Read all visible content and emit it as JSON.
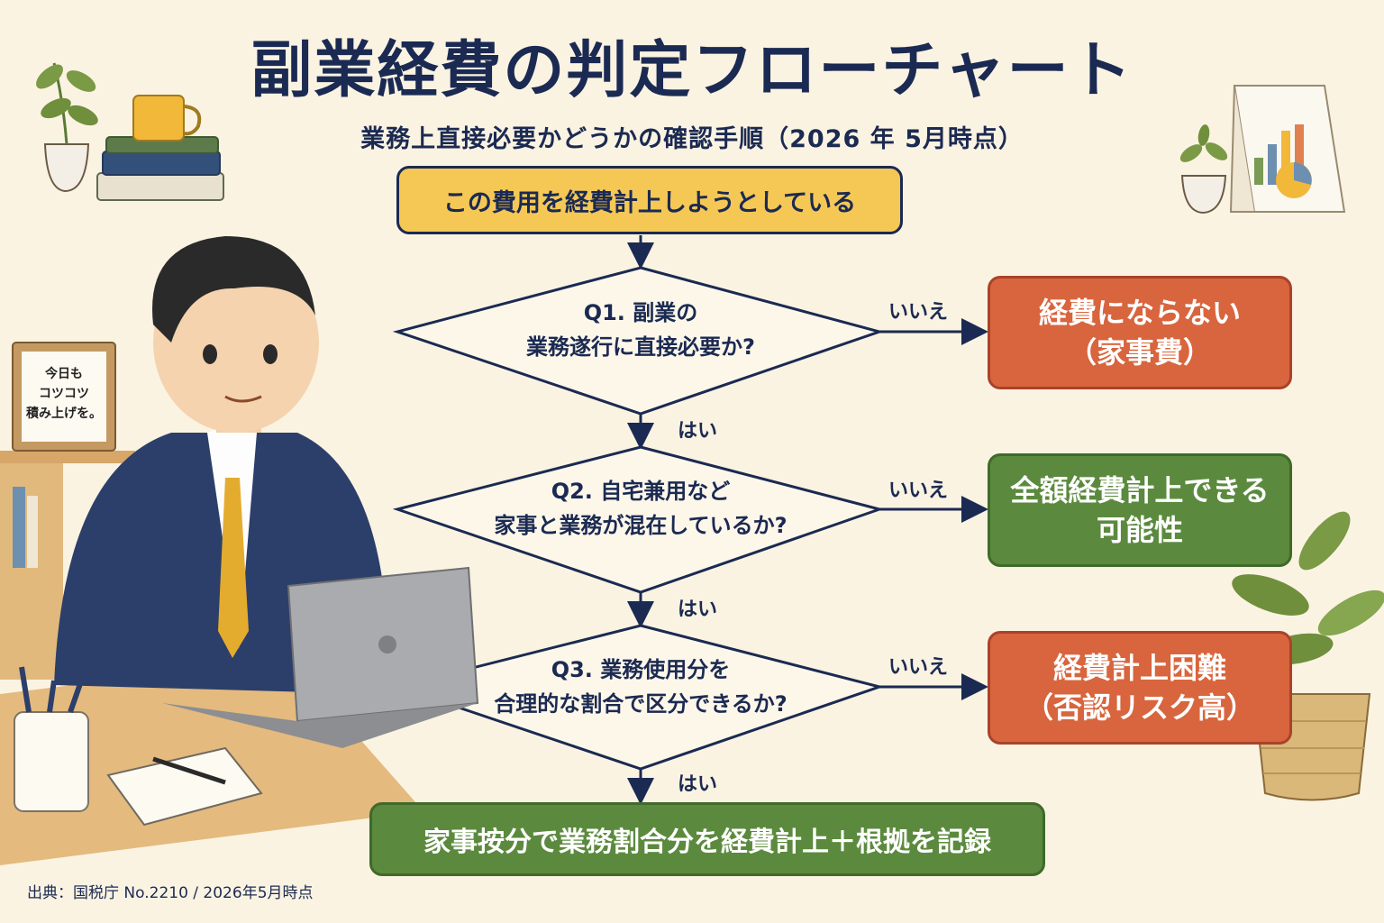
{
  "title": "副業経費の判定フローチャート",
  "subtitle": "業務上直接必要かどうかの確認手順（2026 年 5月時点）",
  "start_box": "この費用を経費計上しようとしている",
  "questions": [
    {
      "line1": "Q1. 副業の",
      "line2": "業務遂行に直接必要か?"
    },
    {
      "line1": "Q2. 自宅兼用など",
      "line2": "家事と業務が混在しているか?"
    },
    {
      "line1": "Q3. 業務使用分を",
      "line2": "合理的な割合で区分できるか?"
    }
  ],
  "labels": {
    "yes": "はい",
    "no": "いいえ"
  },
  "results": [
    {
      "line1": "経費にならない",
      "line2": "（家事費）",
      "color": "#d8653d"
    },
    {
      "line1": "全額経費計上できる",
      "line2": "可能性",
      "color": "#5b8a3e"
    },
    {
      "line1": "経費計上困難",
      "line2": "（否認リスク高）",
      "color": "#d8653d"
    }
  ],
  "final_box": "家事按分で業務割合分を経費計上＋根拠を記録",
  "note": {
    "line1": "今日も",
    "line2": "コツコツ",
    "line3": "積み上げを。"
  },
  "source": "出典：国税庁 No.2210 / 2026年5月時点",
  "colors": {
    "navy": "#1b2a52",
    "yellow": "#f5c855",
    "red": "#d8653d",
    "green": "#5b8a3e",
    "background": "#fbf3e2"
  }
}
